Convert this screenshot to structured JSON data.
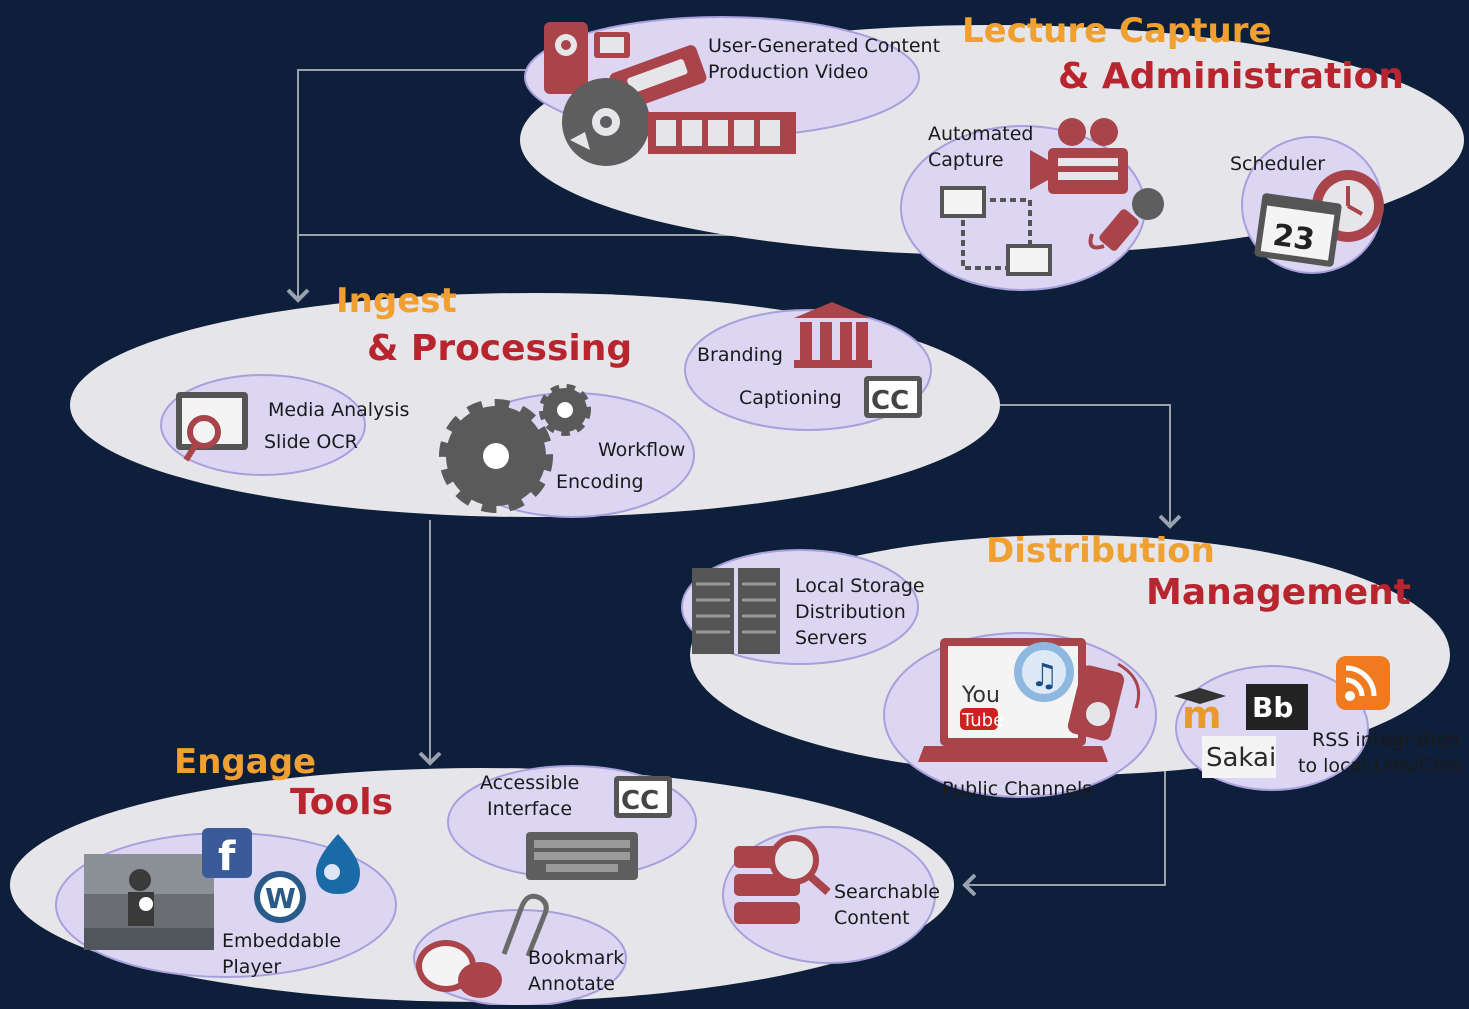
{
  "colors": {
    "background": "#0d1f3a",
    "big_ellipse": "#e6e6ea",
    "sub_ellipse": "#dcd6f2",
    "sub_stroke": "#a7a0dc",
    "title_orange": "#f0a030",
    "title_red": "#b8252e",
    "icon_red": "#a8444a",
    "icon_gray": "#6b6b6b"
  },
  "lecture": {
    "title_line1": "Lecture Capture",
    "title_line2": "& Administration",
    "ugc_line1": "User-Generated Content",
    "ugc_line2": "Production Video",
    "auto_line1": "Automated",
    "auto_line2": "Capture",
    "scheduler": "Scheduler",
    "calendar_day": "23"
  },
  "ingest": {
    "title_line1": "Ingest",
    "title_line2": "& Processing",
    "media_line1": "Media Analysis",
    "media_line2": "Slide OCR",
    "workflow": "Workflow",
    "encoding": "Encoding",
    "branding": "Branding",
    "captioning": "Captioning",
    "cc": "CC"
  },
  "distribution": {
    "title_line1": "Distribution",
    "title_line2": "Management",
    "storage_line1": "Local Storage",
    "storage_line2": "Distribution",
    "storage_line3": "Servers",
    "public_channels": "Public Channels",
    "youtube_line1": "You",
    "youtube_line2": "Tube",
    "rss_line1": "RSS integration",
    "rss_line2": "to local LMS/CMS",
    "sakai": "Sakai",
    "bb": "Bb",
    "moodle": "m"
  },
  "engage": {
    "title_line1": "Engage",
    "title_line2": "Tools",
    "player_line1": "Embeddable",
    "player_line2": "Player",
    "access_line1": "Accessible",
    "access_line2": "Interface",
    "cc": "CC",
    "bookmark_line1": "Bookmark",
    "bookmark_line2": "Annotate",
    "search_line1": "Searchable",
    "search_line2": "Content",
    "facebook": "f",
    "wordpress": "W"
  }
}
